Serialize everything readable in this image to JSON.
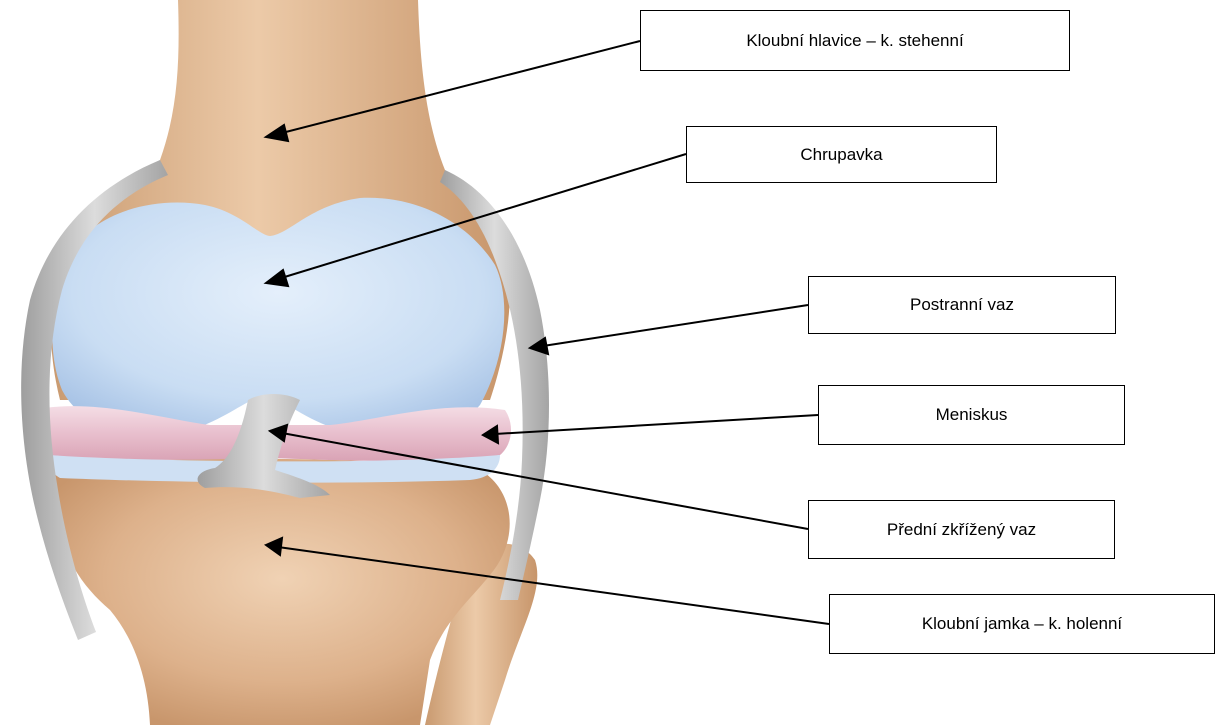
{
  "labels": {
    "femur_head": "Kloubní hlavice – k. stehenní",
    "cartilage": "Chrupavka",
    "collateral_ligament": "Postranní vaz",
    "meniscus": "Meniskus",
    "acl": "Přední zkřížený vaz",
    "tibia_socket": "Kloubní jamka – k. holenní"
  },
  "colors": {
    "bone": "#e0b48e",
    "cartilage": "#cfe2f7",
    "ligament": "#bdbdbd",
    "meniscus": "#ecc9d4",
    "arrow": "#000000"
  }
}
